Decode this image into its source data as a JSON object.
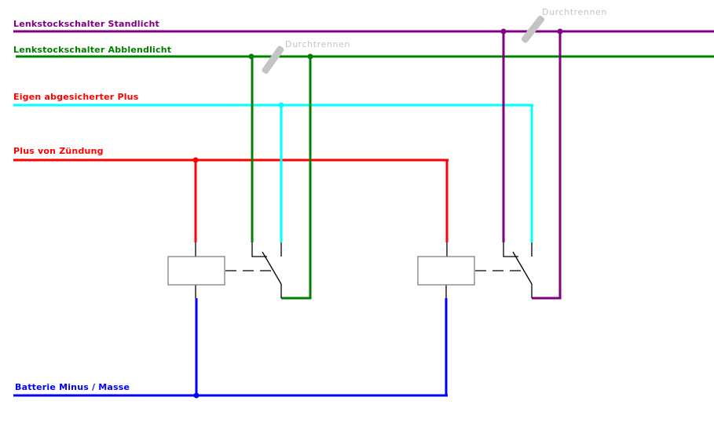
{
  "labels": {
    "standlicht": "Lenkstockschalter Standlicht",
    "abblendlicht": "Lenkstockschalter Abblendlicht",
    "eigen_plus": "Eigen abgesicherter Plus",
    "zuendung": "Plus von Zündung",
    "masse": "Batterie Minus / Masse",
    "cut1": "Durchtrennen",
    "cut2": "Durchtrennen"
  },
  "colors": {
    "standlicht": "#800080",
    "abblendlicht": "#008000",
    "eigen_plus": "#00ffff",
    "zuendung": "#ff0000",
    "masse": "#0000ff",
    "label_eigen_plus": "#ff0000",
    "cut": "#c4c4c4"
  }
}
